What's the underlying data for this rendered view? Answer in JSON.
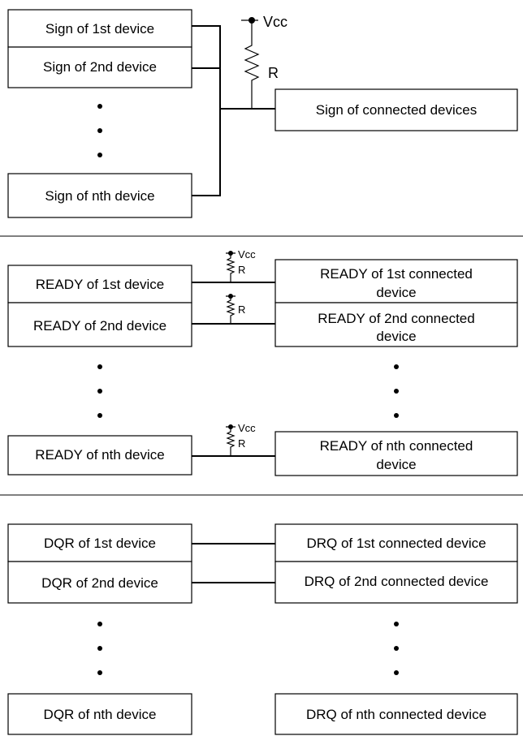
{
  "section1": {
    "devices": [
      "Sign of 1st device",
      "Sign of 2nd device",
      "Sign of nth device"
    ],
    "connected": "Sign of connected devices",
    "vcc": "Vcc",
    "r": "R"
  },
  "section2": {
    "devices": [
      "READY of 1st device",
      "READY of 2nd device",
      "READY of nth device"
    ],
    "connected": [
      [
        "READY of 1st connected",
        "device"
      ],
      [
        "READY of 2nd connected",
        "device"
      ],
      [
        "READY of nth connected",
        "device"
      ]
    ],
    "vcc": "Vcc",
    "r": "R"
  },
  "section3": {
    "devices": [
      "DQR of 1st device",
      "DQR of 2nd device",
      "DQR of nth device"
    ],
    "connected": [
      "DRQ of 1st connected device",
      "DRQ of 2nd connected device",
      "DRQ of nth connected device"
    ]
  }
}
